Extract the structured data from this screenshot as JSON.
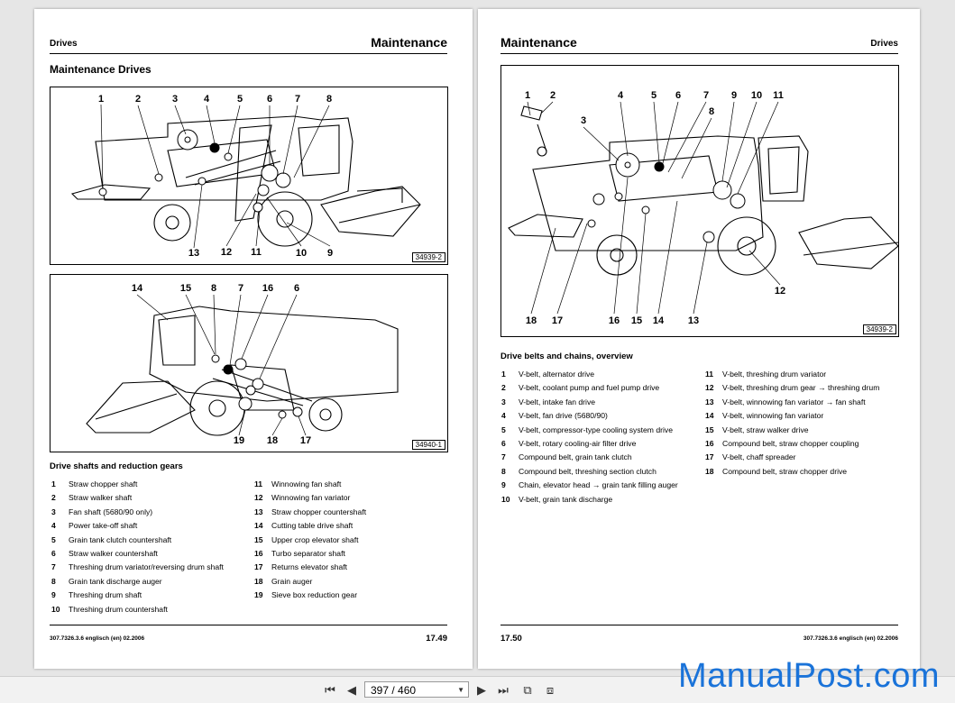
{
  "left_page": {
    "header_small": "Drives",
    "header_big": "Maintenance",
    "section_title": "Maintenance Drives",
    "figure1": {
      "id": "34939-2",
      "callouts_top": [
        "1",
        "2",
        "3",
        "4",
        "5",
        "6",
        "7",
        "8"
      ],
      "callouts_bottom": [
        "13",
        "12",
        "11",
        "10",
        "9"
      ]
    },
    "figure2": {
      "id": "34940-1",
      "callouts_top": [
        "14",
        "15",
        "8",
        "7",
        "16",
        "6"
      ],
      "callouts_bottom": [
        "19",
        "18",
        "17"
      ]
    },
    "legend_title": "Drive shafts and reduction gears",
    "legend_left": [
      {
        "num": "1",
        "text": "Straw chopper shaft"
      },
      {
        "num": "2",
        "text": "Straw walker shaft"
      },
      {
        "num": "3",
        "text": "Fan shaft (5680/90 only)"
      },
      {
        "num": "4",
        "text": "Power take-off shaft"
      },
      {
        "num": "5",
        "text": "Grain tank clutch countershaft"
      },
      {
        "num": "6",
        "text": "Straw walker countershaft"
      },
      {
        "num": "7",
        "text": "Threshing drum variator/reversing drum shaft"
      },
      {
        "num": "8",
        "text": "Grain tank discharge auger"
      },
      {
        "num": "9",
        "text": "Threshing drum shaft"
      },
      {
        "num": "10",
        "text": "Threshing drum countershaft"
      }
    ],
    "legend_right": [
      {
        "num": "11",
        "text": "Winnowing fan shaft"
      },
      {
        "num": "12",
        "text": "Winnowing fan variator"
      },
      {
        "num": "13",
        "text": "Straw chopper countershaft"
      },
      {
        "num": "14",
        "text": "Cutting table drive shaft"
      },
      {
        "num": "15",
        "text": "Upper crop elevator shaft"
      },
      {
        "num": "16",
        "text": "Turbo separator shaft"
      },
      {
        "num": "17",
        "text": "Returns elevator shaft"
      },
      {
        "num": "18",
        "text": "Grain auger"
      },
      {
        "num": "19",
        "text": "Sieve box reduction gear"
      }
    ],
    "footer_code": "307.7326.3.6 englisch (en) 02.2006",
    "footer_page": "17.49"
  },
  "right_page": {
    "header_big": "Maintenance",
    "header_small": "Drives",
    "figure": {
      "id": "34939-2",
      "callouts_top": [
        "1",
        "2",
        "3",
        "4",
        "5",
        "6",
        "7",
        "8",
        "9",
        "10",
        "11"
      ],
      "callouts_bottom": [
        "18",
        "17",
        "16",
        "15",
        "14",
        "13",
        "12"
      ]
    },
    "legend_title": "Drive belts and chains, overview",
    "legend_left": [
      {
        "num": "1",
        "text": "V-belt, alternator drive"
      },
      {
        "num": "2",
        "text": "V-belt, coolant pump and fuel pump drive"
      },
      {
        "num": "3",
        "text": "V-belt, intake fan drive"
      },
      {
        "num": "4",
        "text": "V-belt, fan drive (5680/90)"
      },
      {
        "num": "5",
        "text": "V-belt, compressor-type cooling system drive"
      },
      {
        "num": "6",
        "text": "V-belt, rotary cooling-air filter drive"
      },
      {
        "num": "7",
        "text": "Compound belt, grain tank clutch"
      },
      {
        "num": "8",
        "text": "Compound belt, threshing section clutch"
      },
      {
        "num": "9",
        "text": "Chain, elevator head → grain tank filling auger"
      },
      {
        "num": "10",
        "text": "V-belt, grain tank discharge"
      }
    ],
    "legend_right": [
      {
        "num": "11",
        "text": "V-belt, threshing drum variator"
      },
      {
        "num": "12",
        "text": "V-belt, threshing drum gear → threshing drum"
      },
      {
        "num": "13",
        "text": "V-belt, winnowing fan variator → fan shaft"
      },
      {
        "num": "14",
        "text": "V-belt, winnowing fan variator"
      },
      {
        "num": "15",
        "text": "V-belt, straw walker drive"
      },
      {
        "num": "16",
        "text": "Compound belt, straw chopper coupling"
      },
      {
        "num": "17",
        "text": "V-belt, chaff spreader"
      },
      {
        "num": "18",
        "text": "Compound belt, straw chopper drive"
      }
    ],
    "footer_page": "17.50",
    "footer_code": "307.7326.3.6 englisch (en) 02.2006"
  },
  "toolbar": {
    "page_indicator": "397 / 460",
    "icons": [
      "first-page-icon",
      "prev-page-icon",
      "next-page-icon",
      "last-page-icon",
      "fit-page-icon",
      "fit-width-icon"
    ]
  },
  "watermark": "ManualPost.com",
  "colors": {
    "watermark": "#1a73d9",
    "page": "#ffffff",
    "background": "#e6e6e6"
  }
}
